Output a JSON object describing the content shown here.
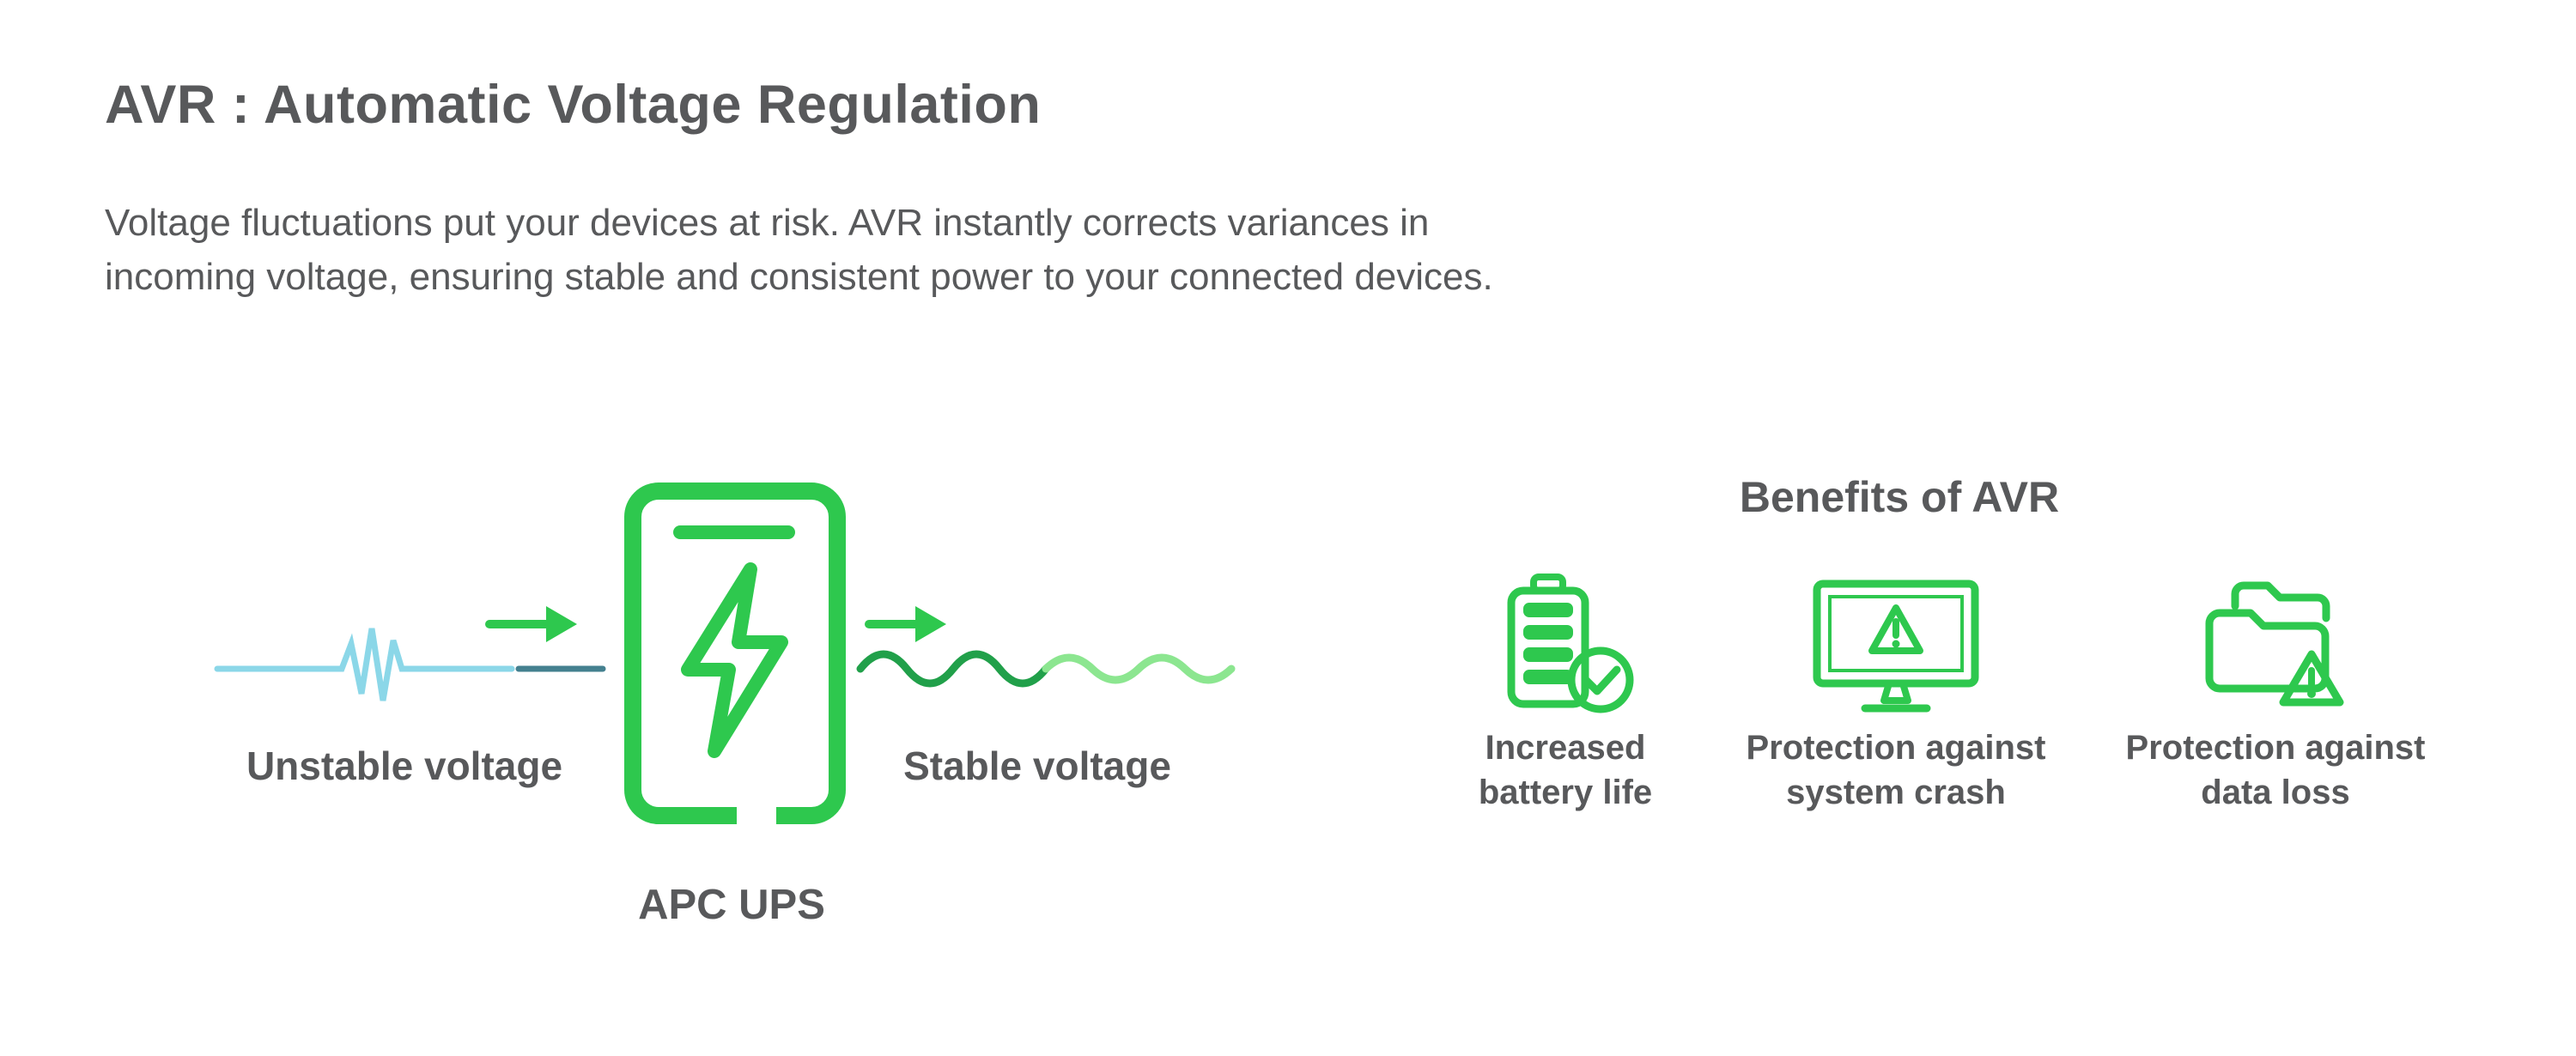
{
  "header": {
    "title": "AVR : Automatic Voltage Regulation",
    "description_line1": "Voltage fluctuations put your devices at risk. AVR instantly corrects variances in",
    "description_line2": "incoming voltage, ensuring stable and consistent power to your connected devices."
  },
  "flow": {
    "unstable_label": "Unstable voltage",
    "device_label": "APC UPS",
    "stable_label": "Stable voltage"
  },
  "benefits": {
    "title": "Benefits of AVR",
    "items": [
      {
        "icon": "battery-check-icon",
        "label_line1": "Increased",
        "label_line2": "battery life"
      },
      {
        "icon": "monitor-warning-icon",
        "label_line1": "Protection against",
        "label_line2": "system crash"
      },
      {
        "icon": "folder-warning-icon",
        "label_line1": "Protection against",
        "label_line2": "data loss"
      }
    ]
  },
  "colors": {
    "green": "#2EC84E",
    "dark_green": "#21A04A",
    "light_green": "#8CE690",
    "light_blue": "#8BD7E8",
    "slate": "#44808F",
    "text": "#58595B"
  }
}
